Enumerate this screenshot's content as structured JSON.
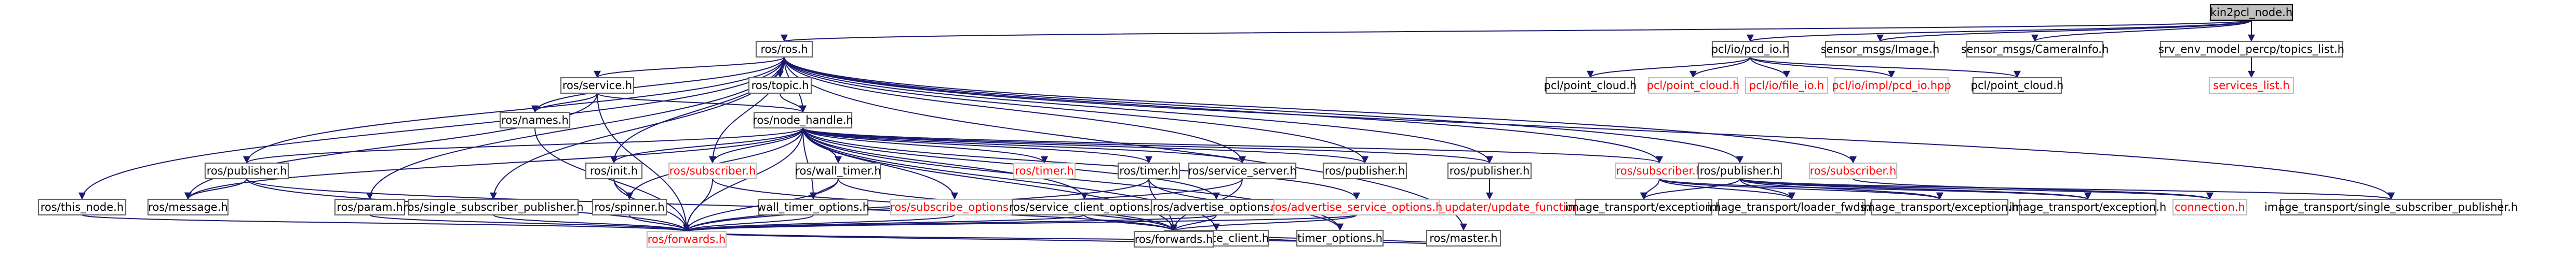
{
  "colors": {
    "edge": "#191970",
    "root_fill": "#bfbfbf",
    "node_border": "#666666",
    "missing_text": "#ff0000",
    "background": "#ffffff"
  },
  "nodes": [
    {
      "id": "root",
      "label": "kin2pcl_node.h",
      "kind": "root"
    },
    {
      "id": "ros_h",
      "label": "ros/ros.h",
      "kind": "normal"
    },
    {
      "id": "pcl_io",
      "label": "pcl/io/pcd_io.h",
      "kind": "normal"
    },
    {
      "id": "sensor_image",
      "label": "sensor_msgs/Image.h",
      "kind": "normal"
    },
    {
      "id": "sensor_caminfo",
      "label": "sensor_msgs/CameraInfo.h",
      "kind": "normal"
    },
    {
      "id": "srv_env",
      "label": "srv_env_model_percp/topics_list.h",
      "kind": "normal"
    },
    {
      "id": "pc_cloud1",
      "label": "pcl/point_cloud.h",
      "kind": "normal"
    },
    {
      "id": "pc_cloud_red",
      "label": "pcl/point_cloud.h",
      "kind": "missing"
    },
    {
      "id": "pcl_fileio",
      "label": "pcl/io/file_io.h",
      "kind": "missing"
    },
    {
      "id": "pcl_impl",
      "label": "pcl/io/impl/pcd_io.hpp",
      "kind": "missing"
    },
    {
      "id": "pc_cloud2",
      "label": "pcl/point_cloud.h",
      "kind": "normal"
    },
    {
      "id": "services_list",
      "label": "services_list.h",
      "kind": "missing"
    },
    {
      "id": "ros_service",
      "label": "ros/service.h",
      "kind": "normal"
    },
    {
      "id": "ros_topic",
      "label": "ros/topic.h",
      "kind": "normal"
    },
    {
      "id": "ros_names",
      "label": "ros/names.h",
      "kind": "normal"
    },
    {
      "id": "ros_nodehandle",
      "label": "ros/node_handle.h",
      "kind": "normal"
    },
    {
      "id": "ros_publisher_l",
      "label": "ros/publisher.h",
      "kind": "normal"
    },
    {
      "id": "ros_init",
      "label": "ros/init.h",
      "kind": "normal"
    },
    {
      "id": "ros_subscriber_red1",
      "label": "ros/subscriber.h",
      "kind": "missing"
    },
    {
      "id": "ros_walltimer",
      "label": "ros/wall_timer.h",
      "kind": "normal"
    },
    {
      "id": "ros_timer_red",
      "label": "ros/timer.h",
      "kind": "missing"
    },
    {
      "id": "ros_rostimer",
      "label": "ros/timer.h",
      "kind": "normal"
    },
    {
      "id": "ros_service_server",
      "label": "ros/service_server.h",
      "kind": "normal"
    },
    {
      "id": "ros_publisher_m",
      "label": "ros/publisher.h",
      "kind": "normal"
    },
    {
      "id": "ros_publisher_r",
      "label": "ros/publisher.h",
      "kind": "normal"
    },
    {
      "id": "ros_subscriber_red2",
      "label": "ros/subscriber.h",
      "kind": "missing"
    },
    {
      "id": "ros_publisher_it",
      "label": "ros/publisher.h",
      "kind": "normal"
    },
    {
      "id": "ros_subscriber_red3",
      "label": "ros/subscriber.h",
      "kind": "missing"
    },
    {
      "id": "diag_updater",
      "label": "diagnostic_updater/update_functions.h",
      "kind": "missing"
    },
    {
      "id": "ros_this_node",
      "label": "ros/this_node.h",
      "kind": "normal"
    },
    {
      "id": "ros_message",
      "label": "ros/message.h",
      "kind": "normal"
    },
    {
      "id": "ros_param",
      "label": "ros/param.h",
      "kind": "normal"
    },
    {
      "id": "ros_single_sub",
      "label": "ros/single_subscriber_publisher.h",
      "kind": "normal"
    },
    {
      "id": "ros_spinner",
      "label": "ros/spinner.h",
      "kind": "normal"
    },
    {
      "id": "walltimer_opts",
      "label": "wall_timer_options.h",
      "kind": "normal"
    },
    {
      "id": "ros_subscribe_opts",
      "label": "ros/subscribe_options.h",
      "kind": "missing"
    },
    {
      "id": "ros_svcclient_opts",
      "label": "ros/service_client_options.h",
      "kind": "normal"
    },
    {
      "id": "ros_advertise_opts",
      "label": "ros/advertise_options.h",
      "kind": "normal"
    },
    {
      "id": "ros_advsvc_opts",
      "label": "ros/advertise_service_options.h",
      "kind": "missing"
    },
    {
      "id": "ros_svc_client",
      "label": "ros/service_client.h",
      "kind": "normal"
    },
    {
      "id": "timer_opts",
      "label": "timer_options.h",
      "kind": "normal"
    },
    {
      "id": "ros_master",
      "label": "ros/master.h",
      "kind": "normal"
    },
    {
      "id": "it_exc1",
      "label": "image_transport/exception.h",
      "kind": "normal"
    },
    {
      "id": "it_loader",
      "label": "image_transport/loader_fwds.h",
      "kind": "normal"
    },
    {
      "id": "it_exc2",
      "label": "image_transport/exception.h",
      "kind": "normal"
    },
    {
      "id": "it_exc3",
      "label": "image_transport/exception.h",
      "kind": "normal"
    },
    {
      "id": "connection",
      "label": "connection.h",
      "kind": "missing"
    },
    {
      "id": "it_single_sub",
      "label": "image_transport/single_subscriber_publisher.h",
      "kind": "normal"
    },
    {
      "id": "ros_forwards_red",
      "label": "ros/forwards.h",
      "kind": "missing"
    },
    {
      "id": "ros_forwards",
      "label": "ros/forwards.h",
      "kind": "normal"
    }
  ],
  "edges": [
    [
      "root",
      "ros_h"
    ],
    [
      "root",
      "pcl_io"
    ],
    [
      "root",
      "sensor_image"
    ],
    [
      "root",
      "sensor_caminfo"
    ],
    [
      "root",
      "srv_env"
    ],
    [
      "pcl_io",
      "pc_cloud1"
    ],
    [
      "pcl_io",
      "pc_cloud_red"
    ],
    [
      "pcl_io",
      "pcl_fileio"
    ],
    [
      "pcl_io",
      "pcl_impl"
    ],
    [
      "pcl_io",
      "pc_cloud2"
    ],
    [
      "srv_env",
      "services_list"
    ],
    [
      "ros_h",
      "ros_service"
    ],
    [
      "ros_h",
      "ros_topic"
    ],
    [
      "ros_h",
      "ros_names"
    ],
    [
      "ros_h",
      "ros_nodehandle"
    ],
    [
      "ros_h",
      "ros_publisher_l"
    ],
    [
      "ros_h",
      "ros_init"
    ],
    [
      "ros_h",
      "ros_this_node"
    ],
    [
      "ros_h",
      "ros_param"
    ],
    [
      "ros_h",
      "ros_single_sub"
    ],
    [
      "ros_h",
      "ros_subscriber_red1"
    ],
    [
      "ros_h",
      "ros_service_server"
    ],
    [
      "ros_h",
      "ros_publisher_m"
    ],
    [
      "ros_h",
      "ros_publisher_r"
    ],
    [
      "ros_h",
      "ros_subscriber_red2"
    ],
    [
      "ros_h",
      "ros_publisher_it"
    ],
    [
      "ros_h",
      "ros_subscriber_red3"
    ],
    [
      "ros_h",
      "it_single_sub"
    ],
    [
      "ros_h",
      "ros_master"
    ],
    [
      "ros_service",
      "ros_names"
    ],
    [
      "ros_service",
      "ros_nodehandle"
    ],
    [
      "ros_service",
      "ros_forwards_red"
    ],
    [
      "ros_service",
      "ros_message"
    ],
    [
      "ros_topic",
      "ros_nodehandle"
    ],
    [
      "ros_names",
      "ros_forwards_red"
    ],
    [
      "ros_nodehandle",
      "ros_publisher_l"
    ],
    [
      "ros_nodehandle",
      "ros_init"
    ],
    [
      "ros_nodehandle",
      "ros_subscriber_red1"
    ],
    [
      "ros_nodehandle",
      "ros_walltimer"
    ],
    [
      "ros_nodehandle",
      "ros_timer_red"
    ],
    [
      "ros_nodehandle",
      "ros_rostimer"
    ],
    [
      "ros_nodehandle",
      "ros_service_server"
    ],
    [
      "ros_nodehandle",
      "ros_publisher_m"
    ],
    [
      "ros_nodehandle",
      "ros_publisher_r"
    ],
    [
      "ros_nodehandle",
      "ros_subscriber_red2"
    ],
    [
      "ros_nodehandle",
      "ros_spinner"
    ],
    [
      "ros_nodehandle",
      "walltimer_opts"
    ],
    [
      "ros_nodehandle",
      "ros_subscribe_opts"
    ],
    [
      "ros_nodehandle",
      "ros_svcclient_opts"
    ],
    [
      "ros_nodehandle",
      "ros_advertise_opts"
    ],
    [
      "ros_nodehandle",
      "ros_advsvc_opts"
    ],
    [
      "ros_nodehandle",
      "ros_svc_client"
    ],
    [
      "ros_nodehandle",
      "timer_opts"
    ],
    [
      "ros_nodehandle",
      "ros_forwards_red"
    ],
    [
      "ros_nodehandle",
      "ros_forwards"
    ],
    [
      "ros_nodehandle",
      "ros_message"
    ],
    [
      "ros_publisher_l",
      "ros_message"
    ],
    [
      "ros_publisher_l",
      "ros_forwards_red"
    ],
    [
      "ros_publisher_l",
      "ros_forwards"
    ],
    [
      "ros_init",
      "ros_spinner"
    ],
    [
      "ros_init",
      "ros_forwards_red"
    ],
    [
      "ros_subscriber_red1",
      "ros_forwards_red"
    ],
    [
      "ros_subscriber_red1",
      "ros_forwards"
    ],
    [
      "ros_walltimer",
      "walltimer_opts"
    ],
    [
      "ros_walltimer",
      "ros_forwards_red"
    ],
    [
      "ros_walltimer",
      "ros_forwards"
    ],
    [
      "ros_rostimer",
      "timer_opts"
    ],
    [
      "ros_rostimer",
      "ros_forwards_red"
    ],
    [
      "ros_rostimer",
      "ros_forwards"
    ],
    [
      "ros_service_server",
      "ros_forwards_red"
    ],
    [
      "ros_service_server",
      "ros_forwards"
    ],
    [
      "ros_publisher_r",
      "diag_updater"
    ],
    [
      "ros_subscriber_red2",
      "it_exc1"
    ],
    [
      "ros_subscriber_red2",
      "it_loader"
    ],
    [
      "ros_subscriber_red2",
      "it_exc2"
    ],
    [
      "ros_subscriber_red2",
      "it_exc3"
    ],
    [
      "ros_publisher_it",
      "it_exc1"
    ],
    [
      "ros_publisher_it",
      "it_loader"
    ],
    [
      "ros_publisher_it",
      "it_exc2"
    ],
    [
      "ros_publisher_it",
      "it_exc3"
    ],
    [
      "ros_publisher_it",
      "it_single_sub"
    ],
    [
      "ros_publisher_it",
      "connection"
    ],
    [
      "ros_subscriber_red3",
      "connection"
    ],
    [
      "ros_this_node",
      "ros_forwards_red"
    ],
    [
      "ros_param",
      "ros_forwards_red"
    ],
    [
      "ros_single_sub",
      "ros_forwards_red"
    ],
    [
      "ros_spinner",
      "ros_forwards_red"
    ],
    [
      "walltimer_opts",
      "ros_forwards_red"
    ],
    [
      "ros_subscribe_opts",
      "ros_forwards_red"
    ],
    [
      "ros_svcclient_opts",
      "ros_forwards_red"
    ],
    [
      "ros_svcclient_opts",
      "ros_forwards"
    ],
    [
      "ros_advertise_opts",
      "ros_forwards_red"
    ],
    [
      "ros_advertise_opts",
      "ros_forwards"
    ],
    [
      "ros_advsvc_opts",
      "ros_forwards_red"
    ],
    [
      "ros_advsvc_opts",
      "ros_forwards"
    ],
    [
      "ros_svc_client",
      "ros_forwards_red"
    ],
    [
      "ros_svc_client",
      "ros_forwards"
    ],
    [
      "timer_opts",
      "ros_forwards"
    ],
    [
      "ros_master",
      "ros_forwards_red"
    ],
    [
      "ros_master",
      "ros_forwards"
    ]
  ]
}
